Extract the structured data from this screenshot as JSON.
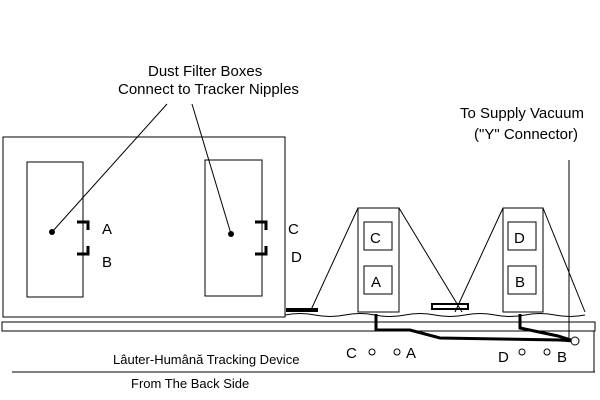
{
  "annotations": {
    "dust_filter_line1": "Dust Filter Boxes",
    "dust_filter_line2": "Connect to Tracker Nipples",
    "supply_line1": "To Supply Vacuum",
    "supply_line2": "(\"Y\" Connector)"
  },
  "filter_box_left": {
    "label_upper": "A",
    "label_lower": "B"
  },
  "filter_box_right": {
    "label_upper": "C",
    "label_lower": "D"
  },
  "tracker_left": {
    "label_upper": "C",
    "label_lower": "A"
  },
  "tracker_right": {
    "label_upper": "D",
    "label_lower": "B"
  },
  "device": {
    "name": "Lâuter-Humână Tracking Device",
    "view": "From The Back Side",
    "ports_left_a": "C",
    "ports_left_b": "A",
    "ports_right_a": "D",
    "ports_right_b": "B"
  }
}
